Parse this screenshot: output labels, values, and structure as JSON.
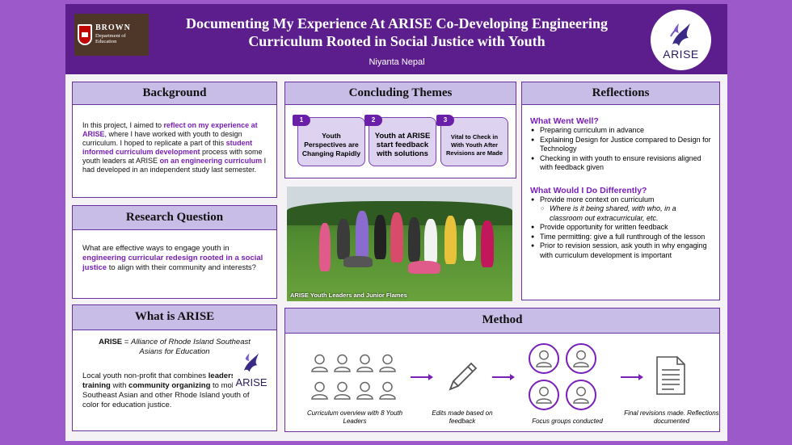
{
  "header": {
    "title_line1": "Documenting My Experience At ARISE Co-Developing Engineering",
    "title_line2": "Curriculum Rooted in Social Justice with Youth",
    "author": "Niyanta Nepal",
    "brown_logo": {
      "name": "BROWN",
      "dept_line1": "Department of",
      "dept_line2": "Education"
    },
    "arise_logo_text": "ARISE"
  },
  "background": {
    "heading": "Background",
    "t1": "In this project, I aimed to ",
    "h1": "reflect on my experience at ARISE",
    "t2": ", where I have worked with youth to design curriculum. I hoped to replicate a part of this ",
    "h2": "student informed curriculum development",
    "t3": " process with some youth leaders at ARISE ",
    "h3": "on an engineering curriculum",
    "t4": " I had developed in an independent study last semester."
  },
  "research": {
    "heading": "Research Question",
    "t1": "What are effective ways to engage youth in ",
    "h1": "engineering curricular redesign rooted in a social justice",
    "t2": " to align with their community and interests?"
  },
  "what_is_arise": {
    "heading": "What is ARISE",
    "def_bold": "ARISE",
    "def_eq": " = ",
    "def_italic": "Alliance of Rhode Island Southeast Asians for Education",
    "t1": "Local youth non-profit that combines ",
    "b1": "leadership training",
    "t2": " with ",
    "b2": "community organizing",
    "t3": " to mobilize Southeast Asian and other Rhode Island youth of color for education justice.",
    "logo_text": "ARISE"
  },
  "themes": {
    "heading": "Concluding Themes",
    "items": [
      {
        "num": "1",
        "label": "Youth Perspectives are Changing Rapidly"
      },
      {
        "num": "2",
        "label": "Youth at ARISE start feedback with solutions"
      },
      {
        "num": "3",
        "label": "Vital to Check in With Youth After Revisions are Made"
      }
    ],
    "photo_caption": "ARISE Youth Leaders and Junior Flames"
  },
  "reflections": {
    "heading": "Reflections",
    "well_heading": "What Went Well?",
    "well": [
      "Preparing curriculum in advance",
      "Explaining Design for Justice compared to Design for Technology",
      "Checking in with youth to ensure revisions aligned with feedback given"
    ],
    "diff_heading": "What Would I Do Differently?",
    "diff1": "Provide more context on curriculum",
    "diff1_sub": "Where is it being shared, with who, in a classroom out extracurricular, etc.",
    "diff2": "Provide opportunity for written feedback",
    "diff3": "Time permitting: give a full runthrough of the lesson",
    "diff4": "Prior to revision session, ask youth in why engaging with curriculum development is important"
  },
  "method": {
    "heading": "Method",
    "steps": [
      "Curriculum overview with 8 Youth Leaders",
      "Edits made based on feedback",
      "Focus groups conducted",
      "Final revisions made. Reflections documented"
    ]
  },
  "colors": {
    "accent": "#7a1fb8",
    "header_bg": "#5c1e8c",
    "page_bg": "#9b59c9",
    "box_head": "#c8bde6"
  }
}
